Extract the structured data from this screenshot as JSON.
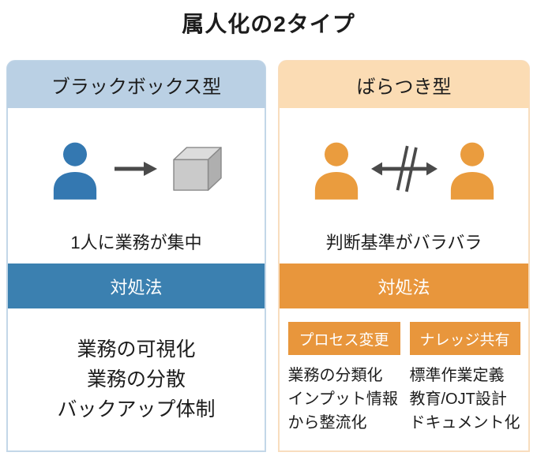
{
  "title": "属人化の2タイプ",
  "colors": {
    "text-dark": "#1c1c1c",
    "blue-header": "#bad0e4",
    "blue-border": "#c3d7e8",
    "blue-accent": "#3b80b0",
    "blue-person": "#3478b1",
    "orange-header": "#fbdcb4",
    "orange-border": "#f8ddbe",
    "orange-accent": "#e8963c",
    "orange-person": "#ea9c3e",
    "arrow-gray": "#4a4a4a",
    "cube-front": "#cacaca",
    "cube-top": "#dcdcdc",
    "cube-side": "#afafaf",
    "cube-outline": "#8a8a8a"
  },
  "left_panel": {
    "header": "ブラックボックス型",
    "icons": [
      "person-icon",
      "arrow-right-icon",
      "cube-icon"
    ],
    "caption": "1人に業務が集中",
    "banner": "対処法",
    "measures": [
      "業務の可視化",
      "業務の分散",
      "バックアップ体制"
    ]
  },
  "right_panel": {
    "header": "ばらつき型",
    "icons": [
      "person-icon",
      "broken-communication-arrow-icon",
      "person-icon"
    ],
    "caption": "判断基準がバラバラ",
    "banner": "対処法",
    "columns": [
      {
        "badge": "プロセス変更",
        "lines": [
          "業務の分類化",
          "インプット情報",
          "から整流化"
        ]
      },
      {
        "badge": "ナレッジ共有",
        "lines": [
          "標準作業定義",
          "教育/OJT設計",
          "ドキュメント化"
        ]
      }
    ]
  }
}
